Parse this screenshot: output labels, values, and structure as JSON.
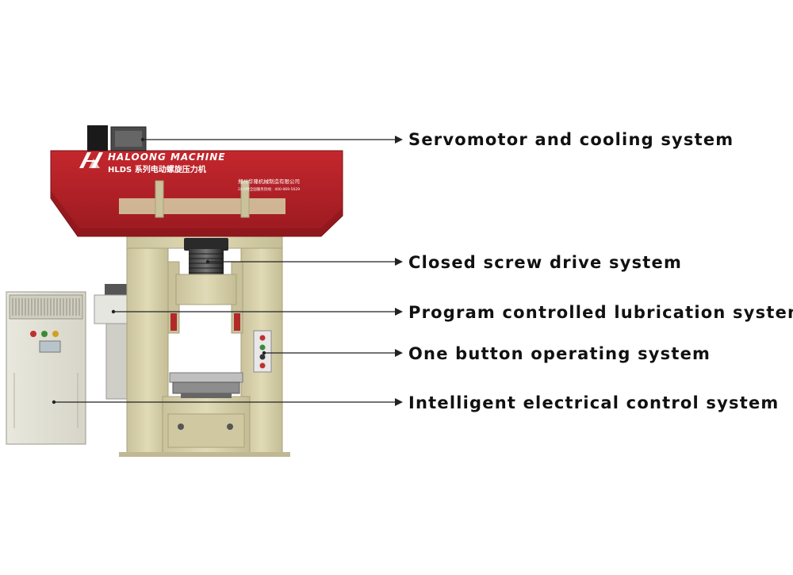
{
  "machine": {
    "brand": "HALOONG MACHINE",
    "model_line": "HLDS 系列电动螺旋压力机",
    "company_line": "郑州华隆机械制造有限公司",
    "hotline": "24小时全国服务热线：400-069-5029"
  },
  "callouts": [
    {
      "label": "Servomotor and cooling system"
    },
    {
      "label": "Closed screw drive system"
    },
    {
      "label": "Program controlled lubrication system"
    },
    {
      "label": "One button operating system"
    },
    {
      "label": "Intelligent electrical control system"
    }
  ],
  "colors": {
    "crown_red": "#b11f26",
    "frame_beige": "#d7d0a8",
    "cabinet": "#e4e2d6",
    "leader_line": "#222222"
  }
}
